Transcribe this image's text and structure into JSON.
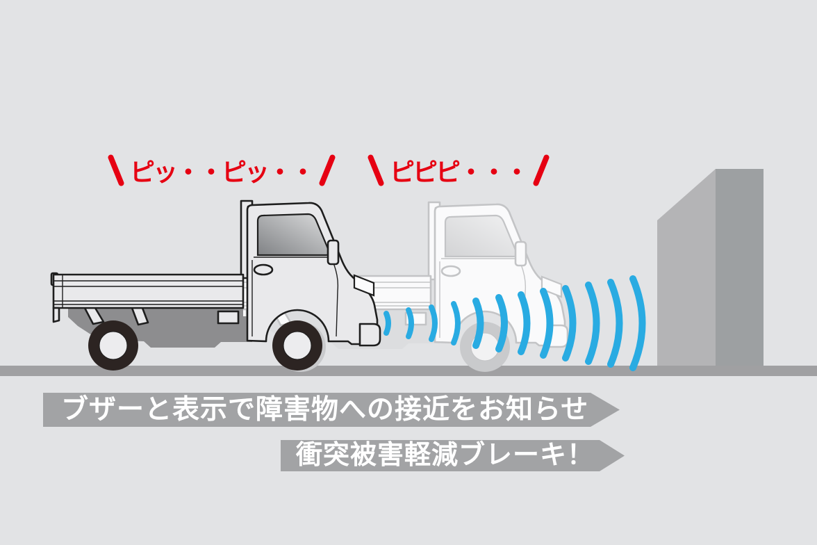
{
  "diagram": {
    "sound_labels": [
      {
        "text": "ピッ・・ピッ・・"
      },
      {
        "text": "ピピピ・・・"
      }
    ],
    "banners": [
      {
        "text": "ブザーと表示で障害物への接近をお知らせ"
      },
      {
        "text": "衝突被害軽減ブレーキ！"
      }
    ],
    "sonar": {
      "count": 12
    },
    "colors": {
      "background": "#e2e3e5",
      "accent_red": "#e60012",
      "sonar_blue": "#29abe2",
      "banner_gray": "#a2a3a5",
      "ground_gray": "#a0a0a2",
      "wall_front": "#b4b4b6",
      "wall_side": "#9da0a2"
    }
  }
}
